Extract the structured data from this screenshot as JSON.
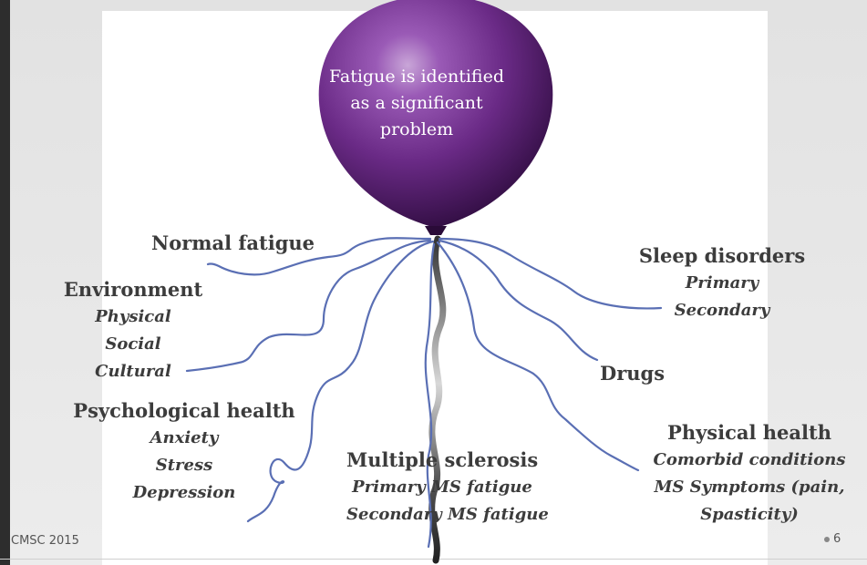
{
  "balloon": {
    "text_lines": [
      "Fatigue is identified",
      "as a significant",
      "problem"
    ],
    "color": "#6a2a86"
  },
  "string_color": "#5a6fb4",
  "labels": {
    "normal_fatigue": {
      "head": "Normal fatigue"
    },
    "environment": {
      "head": "Environment",
      "subs": [
        "Physical",
        "Social",
        "Cultural"
      ]
    },
    "psychological": {
      "head": "Psychological health",
      "subs": [
        "Anxiety",
        "Stress",
        "Depression"
      ]
    },
    "multiple_sclerosis": {
      "head": "Multiple sclerosis",
      "subs": [
        "Primary MS fatigue",
        "Secondary MS fatigue"
      ]
    },
    "sleep_disorders": {
      "head": "Sleep disorders",
      "subs": [
        "Primary",
        "Secondary"
      ]
    },
    "drugs": {
      "head": "Drugs"
    },
    "physical_health": {
      "head": "Physical health",
      "subs": [
        "Comorbid conditions",
        "MS Symptoms (pain,",
        "Spasticity)"
      ]
    }
  },
  "footer": {
    "left": "CMSC 2015",
    "page": "6"
  }
}
